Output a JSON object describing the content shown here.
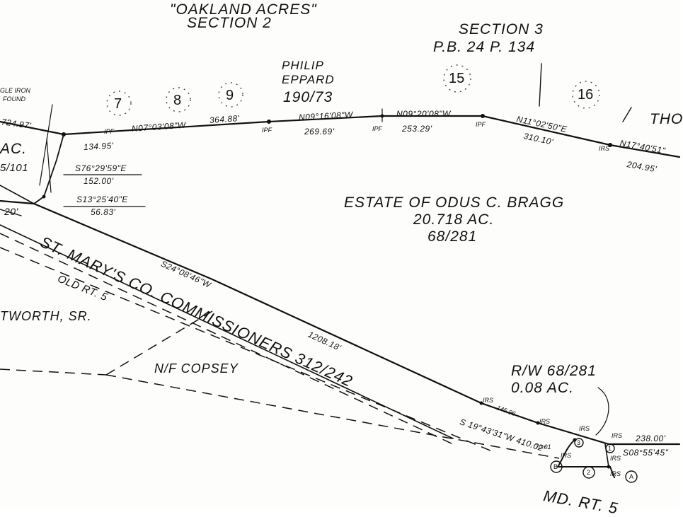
{
  "headers": {
    "oakland_line1": "\"OAKLAND ACRES\"",
    "oakland_line2": "SECTION 2",
    "section3_line1": "SECTION 3",
    "section3_line2": "P.B. 24 P. 134",
    "philip_line1": "PHILIP",
    "philip_line2": "EPPARD",
    "philip_line3": "190/73",
    "tho_partial": "THO"
  },
  "lots": [
    "7",
    "8",
    "9",
    "15",
    "16"
  ],
  "estate": {
    "name": "ESTATE OF ODUS C. BRAGG",
    "acreage": "20.718 AC.",
    "deed": "68/281"
  },
  "row": {
    "line1": "R/W 68/281",
    "line2": "0.08 AC."
  },
  "roads": {
    "commissioners": "ST. MARY'S CO. COMMISSIONERS 312/242",
    "old_rt": "OLD RT. 5",
    "md_rt": "MD. RT. 5"
  },
  "neighbors": {
    "copsey": "N/F COPSEY",
    "whitworth": "TWORTH, SR.",
    "left_ac": "AC.",
    "left_deed": "5/101",
    "left_angle": "20'",
    "iron_found_1": "GLE IRON",
    "iron_found_2": "FOUND"
  },
  "bearings": {
    "left_dist": "724.97'",
    "b1": "N07°03'08\"W",
    "d1": "364.88'",
    "d0": "134.95'",
    "b2": "N09°16'08\"W",
    "d2": "269.69'",
    "b3": "N09°20'08\"W",
    "d3": "253.29'",
    "b4": "N11°02'50\"E",
    "d4": "310.10'",
    "b5": "N17°40'51\"",
    "d5": "204.95'",
    "b6": "S76°29'59\"E",
    "d6": "152.00'",
    "b7": "S13°25'40\"E",
    "d7": "56.83'",
    "b8": "S24°08'46\"W",
    "d8": "1208.18'",
    "b9": "S 19°43'31\"W 410.02'",
    "d9": "145.96",
    "b10": "238.00'",
    "b11": "S08°55'45\"",
    "small_70": "70.01"
  },
  "markers": {
    "ipf": "IPF",
    "irs": "IRS",
    "a": "A",
    "b": "B",
    "one": "1",
    "two": "2",
    "three": "3"
  }
}
